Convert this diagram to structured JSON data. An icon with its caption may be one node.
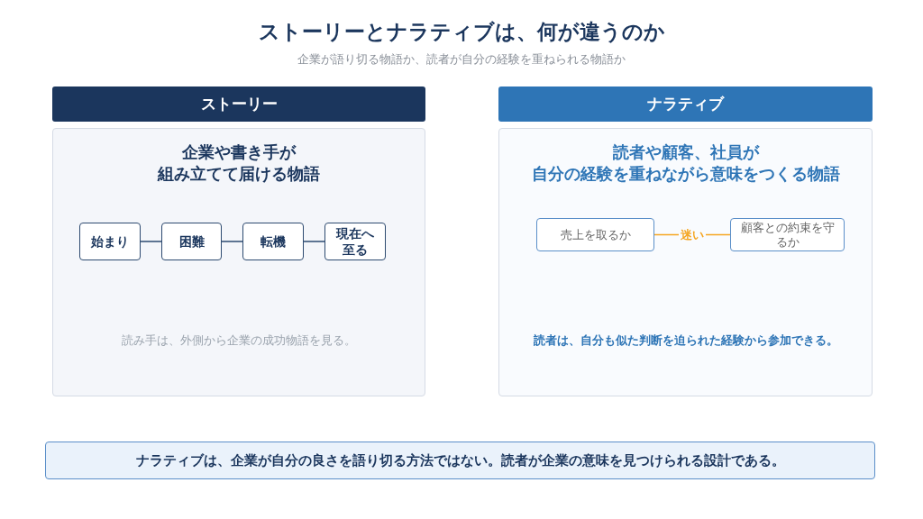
{
  "diagram": {
    "title": "ストーリーとナラティブは、何が違うのか",
    "nodes": [
      {
        "text": [
          "ストーリー"
        ]
      },
      {
        "text": [
          "企業や書き手が組み立てて届ける物語",
          "読み手は、外側から企業の成功物語を見る。"
        ]
      },
      {
        "text": [
          "始まり"
        ],
        "in": 1
      },
      {
        "text": [
          "困難"
        ],
        "in": 1
      },
      {
        "text": [
          "転機"
        ],
        "in": 1
      },
      {
        "text": [
          "現在へ至る"
        ],
        "in": 1
      },
      {
        "text": [
          "ナラティブ"
        ]
      },
      {
        "text": [
          "読者や顧客、社員が自分の経験を重ねながら意味をつくる物語",
          "読者は、自分も似た判断を迫られた経験から参加できる。"
        ]
      },
      {
        "text": [
          "売上を取るか"
        ],
        "in": 7
      },
      {
        "text": [
          "顧客との約束を守るか"
        ],
        "in": 7
      },
      {
        "text": [
          "ナラティブは、企業が自分の良さを語り切る方法ではない。読者が企業の意味を見つけられる設計である。"
        ]
      }
    ],
    "edges": [
      {
        "from": 2,
        "to": 3,
        "arrow": "none"
      },
      {
        "from": 3,
        "to": 4,
        "arrow": "none"
      },
      {
        "from": 4,
        "to": 5,
        "arrow": "none"
      },
      {
        "from": 8,
        "to": 9,
        "arrow": "none",
        "label": "迷い",
        "color": "#f5a623"
      }
    ],
    "labels": [
      "企業が語り切る物語か、読者が自分の経験を重ねられる物語か"
    ]
  }
}
